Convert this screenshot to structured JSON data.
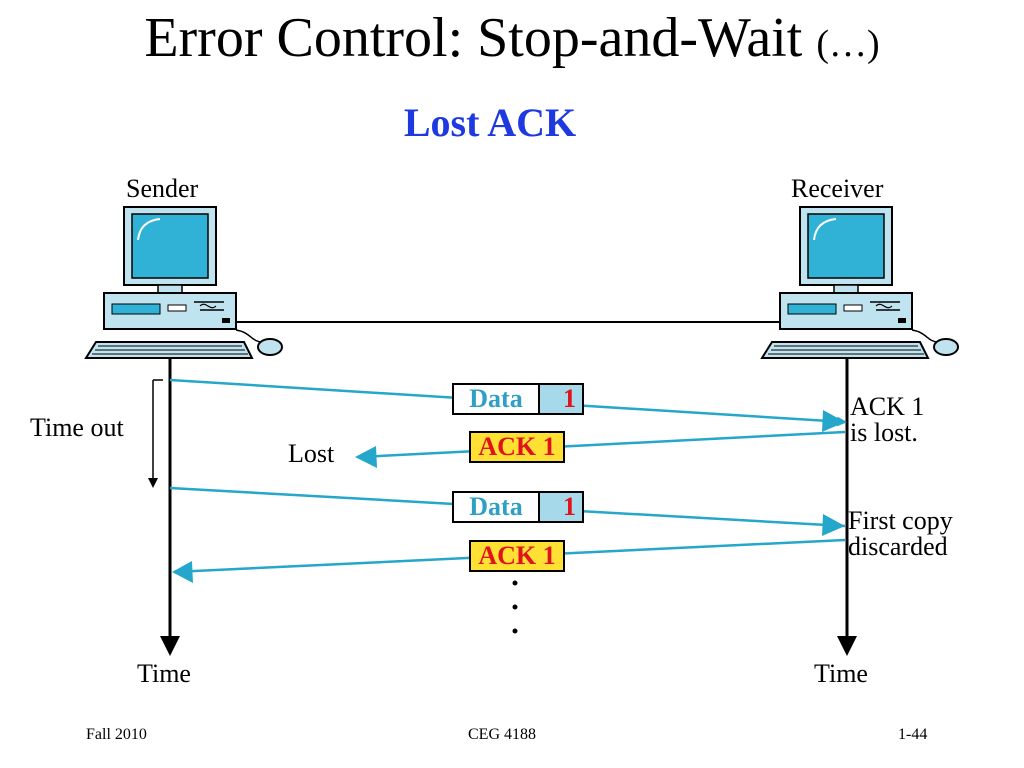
{
  "slide": {
    "title": "Error Control: Stop-and-Wait",
    "title_suffix": "(…)",
    "subtitle": "Lost ACK"
  },
  "diagram": {
    "sender_label": "Sender",
    "receiver_label": "Receiver",
    "timeout_label": "Time out",
    "lost_label": "Lost",
    "sender_time_label": "Time",
    "receiver_time_label": "Time",
    "ack_lost_note": [
      "ACK 1",
      "is lost."
    ],
    "discard_note": [
      "First copy",
      "discarded"
    ],
    "frames": [
      {
        "kind": "data",
        "text": "Data",
        "seq": "1"
      },
      {
        "kind": "ack",
        "text": "ACK 1"
      },
      {
        "kind": "data",
        "text": "Data",
        "seq": "1"
      },
      {
        "kind": "ack",
        "text": "ACK 1"
      }
    ],
    "colors": {
      "arrow": "#25a6cb",
      "subtitle": "#1f39e0",
      "ack_fill": "#ffe033",
      "seq_fill": "#a6d9ea",
      "highlight_text": "#e0121b"
    }
  },
  "footer": {
    "left": "Fall 2010",
    "center": "CEG 4188",
    "right": "1-44"
  }
}
